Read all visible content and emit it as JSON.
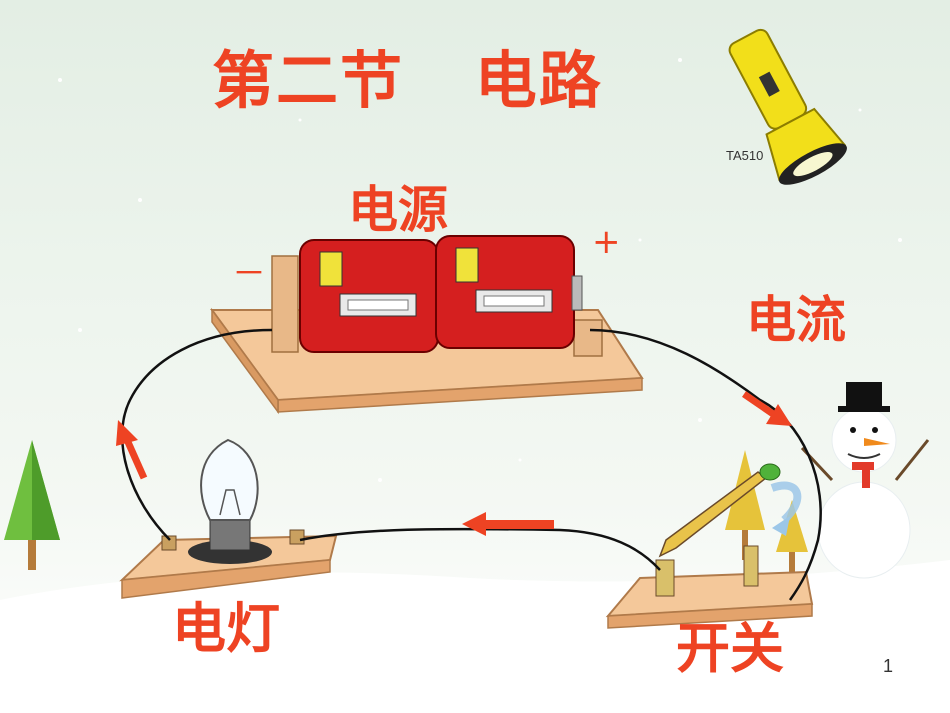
{
  "slide": {
    "title": "第二节   电路",
    "labels": {
      "power_source": "电源",
      "current": "电流",
      "lamp": "电灯",
      "switch": "开关"
    },
    "terminals": {
      "negative": "－",
      "positive": "+"
    },
    "flashlight_model": "TA510",
    "page_number": "1"
  },
  "icons": [
    "flashlight-icon",
    "battery-icon",
    "light-bulb-icon",
    "knife-switch-icon",
    "snowman-icon",
    "pine-tree-icon",
    "current-arrow-icon"
  ],
  "colors": {
    "title_red": "#ee4323",
    "battery_red": "#d51f1f",
    "board_wood": "#f4c89a",
    "flashlight_yellow": "#f2df1a",
    "wire": "#111111"
  }
}
